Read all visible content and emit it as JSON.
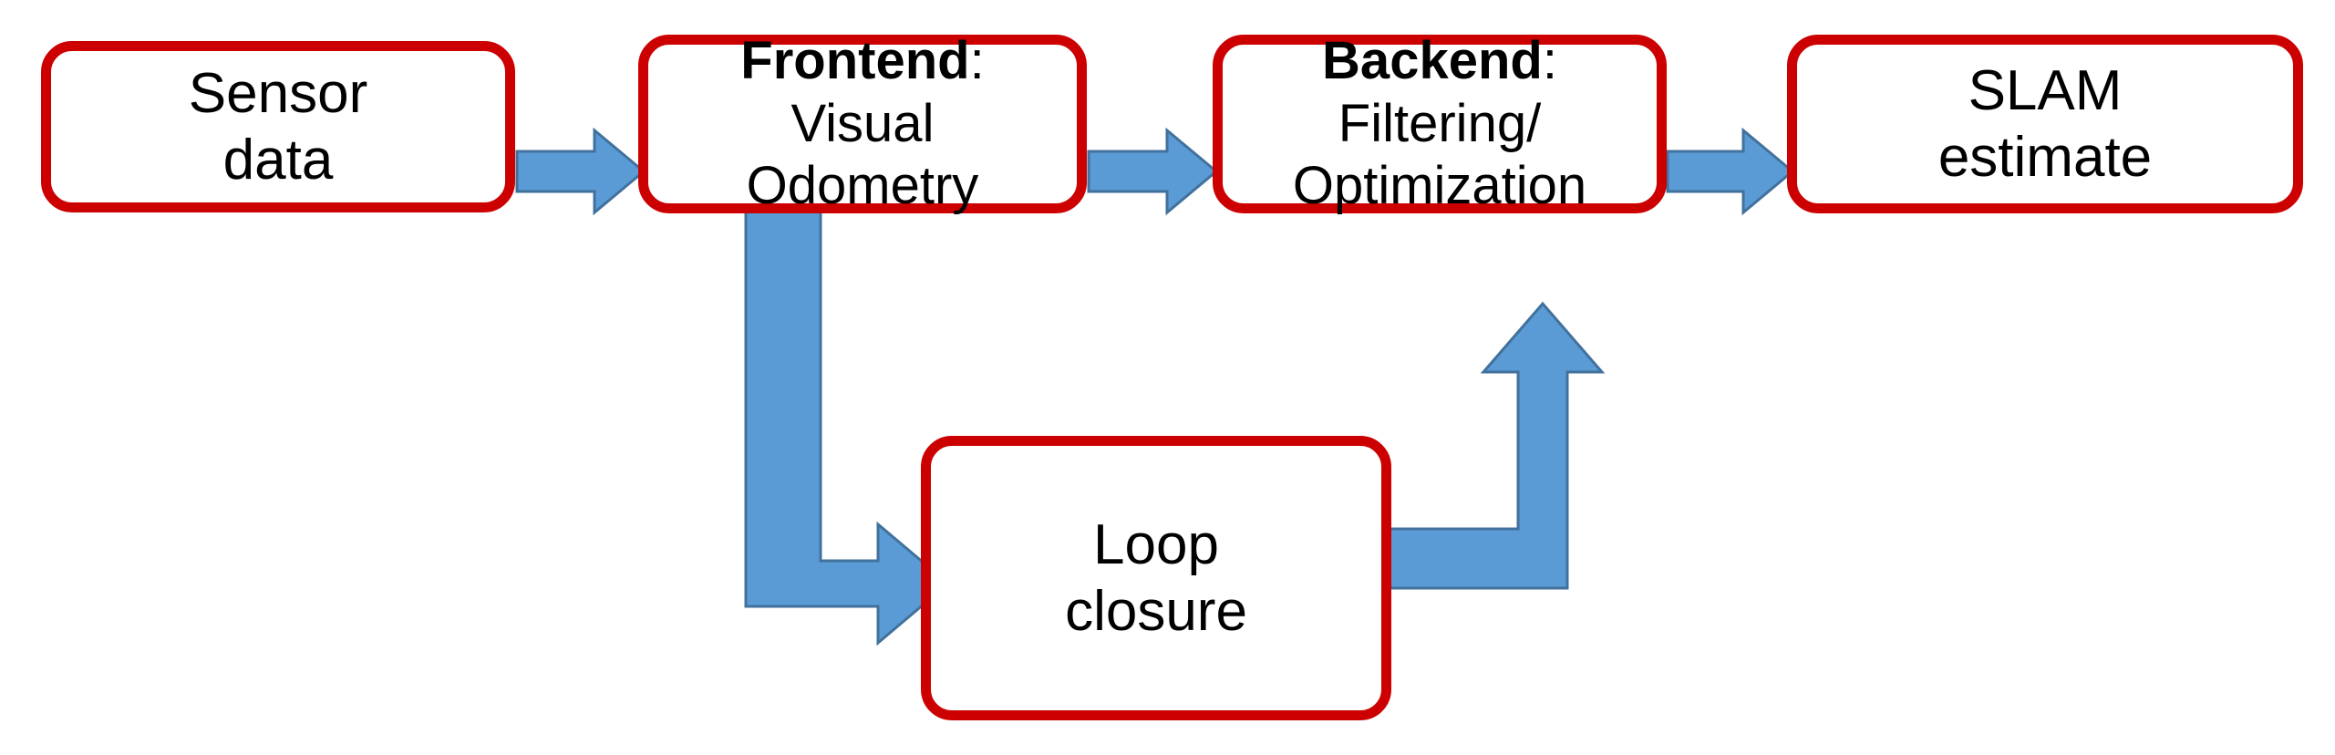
{
  "diagram": {
    "title": "SLAM pipeline block diagram",
    "colors": {
      "node_border": "#CC0000",
      "node_fill": "#FFFFFF",
      "arrow_fill": "#5B9BD5",
      "arrow_stroke": "#41719C",
      "text": "#000000",
      "background": "#FFFFFF"
    },
    "nodes": [
      {
        "id": "sensor-data",
        "lines": [
          "Sensor",
          "data"
        ],
        "bold_first_line": false
      },
      {
        "id": "frontend",
        "lines": [
          "Frontend:",
          "Visual",
          "Odometry"
        ],
        "bold_first_line": true,
        "bold_head": "Frontend",
        "bold_tail": ":"
      },
      {
        "id": "backend",
        "lines": [
          "Backend:",
          "Filtering/",
          "Optimization"
        ],
        "bold_first_line": true,
        "bold_head": "Backend",
        "bold_tail": ":"
      },
      {
        "id": "slam-estimate",
        "lines": [
          "SLAM",
          "estimate"
        ],
        "bold_first_line": false
      },
      {
        "id": "loop-closure",
        "lines": [
          "Loop",
          "closure"
        ],
        "bold_first_line": false
      }
    ],
    "arrows": [
      {
        "id": "sensor-to-frontend",
        "from": "sensor-data",
        "to": "frontend",
        "shape": "straight-right"
      },
      {
        "id": "frontend-to-backend",
        "from": "frontend",
        "to": "backend",
        "shape": "straight-right"
      },
      {
        "id": "backend-to-slam",
        "from": "backend",
        "to": "slam-estimate",
        "shape": "straight-right"
      },
      {
        "id": "frontend-to-loop-closure",
        "from": "frontend",
        "to": "loop-closure",
        "shape": "elbow-down-right"
      },
      {
        "id": "loop-closure-to-backend",
        "from": "loop-closure",
        "to": "backend",
        "shape": "elbow-right-up"
      }
    ]
  }
}
